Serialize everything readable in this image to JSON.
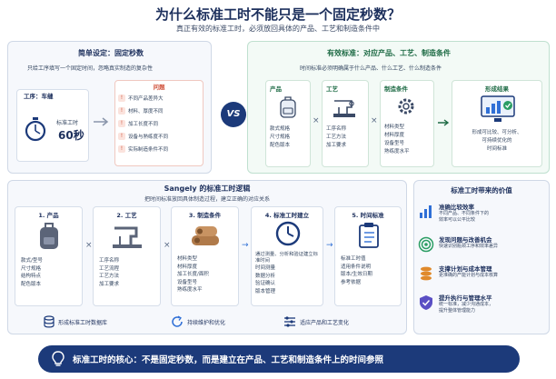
{
  "title": "为什么标准工时不能只是一个固定秒数？",
  "subtitle": "真正有效的标准工时，必须放回具体的产品、工艺和制造条件中",
  "left_panel": {
    "title": "简单设定：固定秒数",
    "desc": "只给工序填写一个固定时间，忽略真实制造的复杂性",
    "worker_label": "工序：车缝",
    "std_label": "标准工时",
    "std_value": "60秒",
    "problem_title": "问题",
    "problems": [
      "不同产品差异大",
      "材料、厚度不同",
      "加工长度不同",
      "设备与熟练度不同",
      "实际制造条件不同"
    ]
  },
  "vs_label": "VS",
  "right_panel": {
    "title": "有效标准：对应产品、工艺、制造条件",
    "desc": "时间标准必须明确属于什么产品、什么工艺、什么制造条件",
    "columns": [
      {
        "title": "产品",
        "items": [
          "款式规格",
          "尺寸规格",
          "配色版本"
        ]
      },
      {
        "title": "工艺",
        "items": [
          "工序名称",
          "工艺方法",
          "加工要求"
        ]
      },
      {
        "title": "制造条件",
        "items": [
          "材料类型",
          "材料厚度",
          "设备型号",
          "熟练度水平"
        ]
      },
      {
        "title": "形成结果",
        "items": [
          "形成可比较、可分析、",
          "可持续优化的",
          "时间标准"
        ]
      }
    ]
  },
  "logic_panel": {
    "title": "Sangely 的标准工时逻辑",
    "desc": "把时间标准放回具体制造过程，建立正确的对应关系",
    "steps": [
      {
        "title": "1. 产品",
        "items": [
          "款式/型号",
          "尺寸规格",
          "结构特点",
          "配色版本"
        ]
      },
      {
        "title": "2. 工艺",
        "items": [
          "工序名称",
          "工艺流程",
          "工艺方法",
          "加工要求"
        ]
      },
      {
        "title": "3. 制造条件",
        "items": [
          "材料类型",
          "材料厚度",
          "加工长度/面积",
          "设备型号",
          "熟练度水平"
        ]
      },
      {
        "title": "4. 标准工时建立",
        "desc": "通过测量、分析和验证建立标准时间",
        "items": [
          "时间测量",
          "数据分析",
          "验证确认",
          "版本管理"
        ]
      },
      {
        "title": "5. 时间标准",
        "items": [
          "标准工时值",
          "适用条件说明",
          "版本/生效日期",
          "参考依据"
        ]
      }
    ],
    "operators": [
      "×",
      "×",
      "→",
      "→"
    ],
    "bottom": [
      "形成标准工时数据库",
      "持续维护和优化",
      "适应产品和工艺变化"
    ]
  },
  "value_panel": {
    "title": "标准工时带来的价值",
    "items": [
      {
        "title": "准确比较效率",
        "desc": [
          "不同产品、不同条件下的",
          "效率可以公平比较"
        ],
        "color": "#2f6fd6"
      },
      {
        "title": "发现问题与改善机会",
        "desc": [
          "快速识别瓶颈工序和效率差异"
        ],
        "color": "#2a9d63"
      },
      {
        "title": "支撑计划与成本管理",
        "desc": [
          "更准确的产能计划与成本核算"
        ],
        "color": "#e08a2c"
      },
      {
        "title": "提升执行与管理水平",
        "desc": [
          "统一标准，减少沟通成本，",
          "提升整体管理能力"
        ],
        "color": "#5a4fc4"
      }
    ]
  },
  "banner": "标准工时的核心：不是固定秒数，而是建立在产品、工艺和制造条件上的时间参照",
  "colors": {
    "navy": "#1c3a7a",
    "green": "#1e6b45",
    "red": "#d0533d"
  }
}
